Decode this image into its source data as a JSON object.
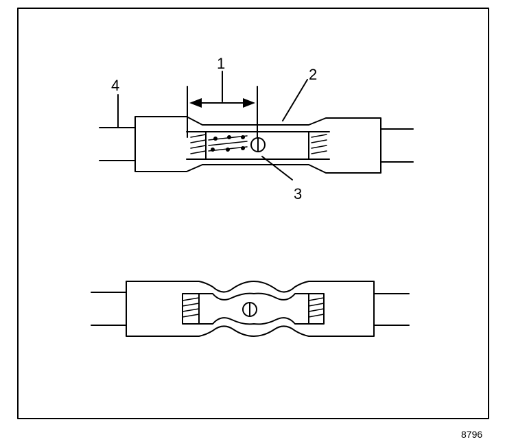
{
  "callouts": {
    "c1": "1",
    "c2": "2",
    "c3": "3",
    "c4": "4"
  },
  "figure_number": "8796",
  "colors": {
    "ink": "#000000",
    "paper": "#ffffff"
  }
}
